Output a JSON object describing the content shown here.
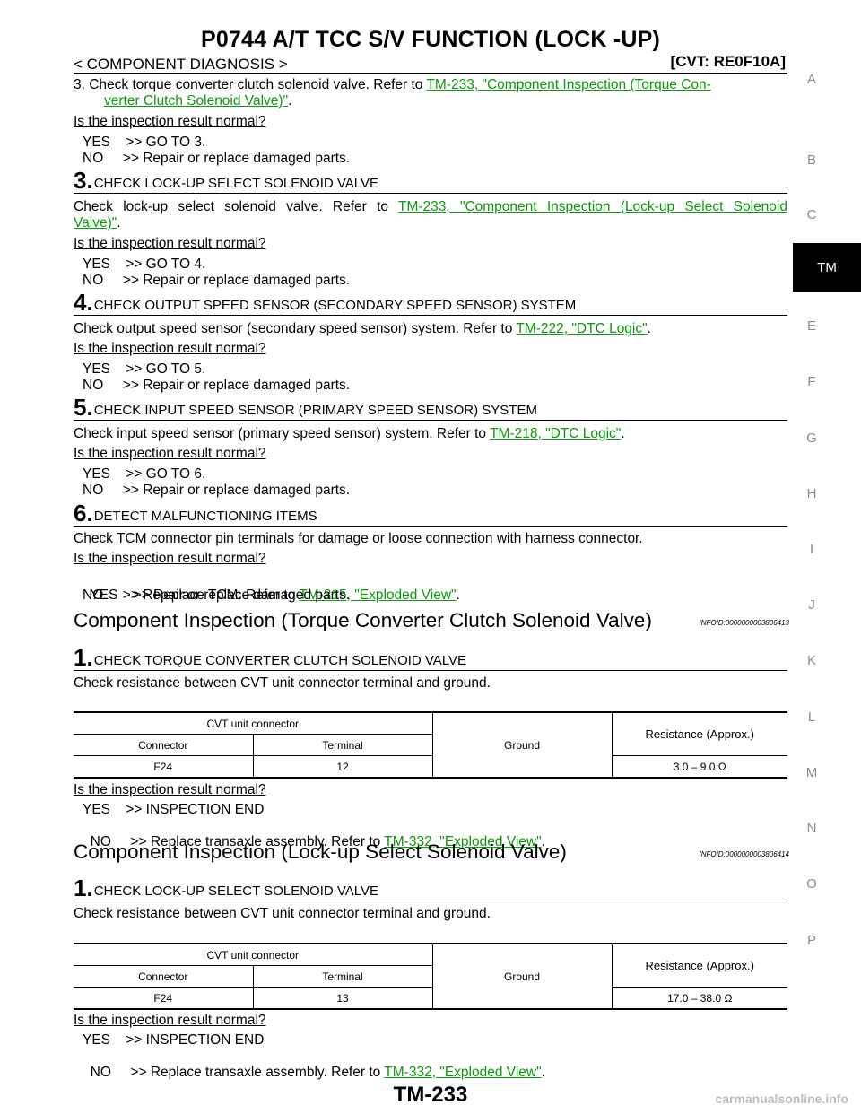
{
  "header": {
    "title": "P0744 A/T TCC S/V FUNCTION (LOCK -UP)",
    "section": "< COMPONENT DIAGNOSIS >",
    "model": "[CVT: RE0F10A]"
  },
  "side_index": [
    "A",
    "B",
    "C",
    "TM",
    "E",
    "F",
    "G",
    "H",
    "I",
    "J",
    "K",
    "L",
    "M",
    "N",
    "O",
    "P"
  ],
  "item3": {
    "pre": "3. Check torque converter clutch solenoid valve. Refer to ",
    "link_line1": "TM-233, \"Component Inspection (Torque Con-",
    "link_line2": "verter Clutch Solenoid Valve)\"",
    "post": "."
  },
  "question": "Is the inspection result normal?",
  "steps": [
    {
      "yes": "YES    >> GO TO 3.",
      "no": "NO     >> Repair or replace damaged parts."
    },
    {
      "num": "3.",
      "label": "CHECK LOCK-UP SELECT SOLENOID VALVE",
      "body_pre": "Check lock-up select solenoid valve. Refer to ",
      "link_line1": "TM-233, \"Component Inspection (Lock-up Select Solenoid",
      "link_line2": "Valve)\"",
      "post": ".",
      "yes": "YES    >> GO TO 4.",
      "no": "NO     >> Repair or replace damaged parts."
    },
    {
      "num": "4.",
      "label": "CHECK OUTPUT SPEED SENSOR (SECONDARY SPEED SENSOR) SYSTEM",
      "body_pre": "Check output speed sensor (secondary speed sensor) system. Refer to ",
      "link": "TM-222, \"DTC Logic\"",
      "post": ".",
      "yes": "YES    >> GO TO 5.",
      "no": "NO     >> Repair or replace damaged parts."
    },
    {
      "num": "5.",
      "label": "CHECK INPUT SPEED SENSOR (PRIMARY SPEED SENSOR) SYSTEM",
      "body_pre": "Check input speed sensor (primary speed sensor) system. Refer to ",
      "link": "TM-218, \"DTC Logic\"",
      "post": ".",
      "yes": "YES    >> GO TO 6.",
      "no": "NO     >> Repair or replace damaged parts."
    },
    {
      "num": "6.",
      "label": "DETECT MALFUNCTIONING ITEMS",
      "body": "Check TCM connector pin terminals for damage or loose connection with harness connector.",
      "yes_pre": "YES    >> Replace TCM. Refer to ",
      "yes_link": "TM-315, \"Exploded View\"",
      "yes_post": ".",
      "no": "NO     >> Repair or replace damaged parts."
    }
  ],
  "sections": [
    {
      "title": "Component Inspection (Torque Converter Clutch Solenoid Valve)",
      "infoid": "INFOID:0000000003806413",
      "num": "1.",
      "label": "CHECK TORQUE CONVERTER CLUTCH SOLENOID VALVE",
      "body": "Check resistance between CVT unit connector terminal and ground.",
      "table": {
        "group_header": "CVT unit connector",
        "col_connector": "Connector",
        "col_terminal": "Terminal",
        "col_ground": "Ground",
        "col_resistance": "Resistance (Approx.)",
        "connector": "F24",
        "terminal": "12",
        "resistance": "3.0 – 9.0 Ω"
      },
      "yes": "YES    >> INSPECTION END",
      "no_pre": "NO     >> Replace transaxle assembly. Refer to ",
      "no_link": "TM-332, \"Exploded View\"",
      "no_post": "."
    },
    {
      "title": "Component Inspection (Lock-up Select Solenoid Valve)",
      "infoid": "INFOID:0000000003806414",
      "num": "1.",
      "label": "CHECK LOCK-UP SELECT SOLENOID VALVE",
      "body": "Check resistance between CVT unit connector terminal and ground.",
      "table": {
        "group_header": "CVT unit connector",
        "col_connector": "Connector",
        "col_terminal": "Terminal",
        "col_ground": "Ground",
        "col_resistance": "Resistance (Approx.)",
        "connector": "F24",
        "terminal": "13",
        "resistance": "17.0 – 38.0 Ω"
      },
      "yes": "YES    >> INSPECTION END",
      "no_pre": "NO     >> Replace transaxle assembly. Refer to ",
      "no_link": "TM-332, \"Exploded View\"",
      "no_post": "."
    }
  ],
  "footer": {
    "page": "TM-233"
  },
  "watermark": "carmanualsonline.info",
  "colors": {
    "link": "#0b9a0b",
    "tab_bg": "#000000",
    "side_letter": "#8c8c8c"
  }
}
